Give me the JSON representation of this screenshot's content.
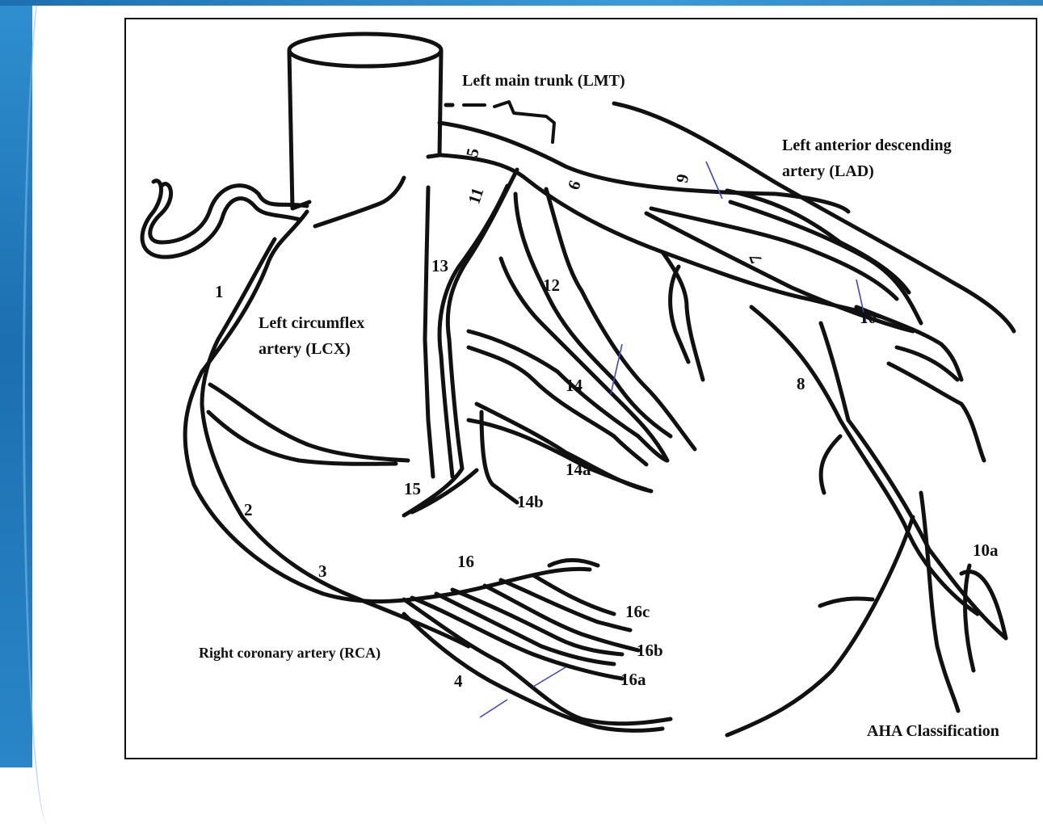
{
  "labels": {
    "lmt": "Left main trunk (LMT)",
    "lad_line1": "Left anterior descending",
    "lad_line2": "artery (LAD)",
    "lcx_line1": "Left circumflex",
    "lcx_line2": "artery (LCX)",
    "rca": "Right coronary artery (RCA)",
    "classification": "AHA Classification"
  },
  "segments": {
    "s1": "1",
    "s2": "2",
    "s3": "3",
    "s4": "4",
    "s5": "5",
    "s6": "6",
    "s7": "7",
    "s8": "8",
    "s9": "9",
    "s10": "10",
    "s10a": "10a",
    "s11": "11",
    "s12": "12",
    "s13": "13",
    "s14": "14",
    "s14a": "14a",
    "s14b": "14b",
    "s15": "15",
    "s16": "16",
    "s16a": "16a",
    "s16b": "16b",
    "s16c": "16c"
  },
  "colors": {
    "ink": "#111111",
    "annotation_pen": "#3b46c8",
    "slide_accent": "#1c6fb0"
  }
}
